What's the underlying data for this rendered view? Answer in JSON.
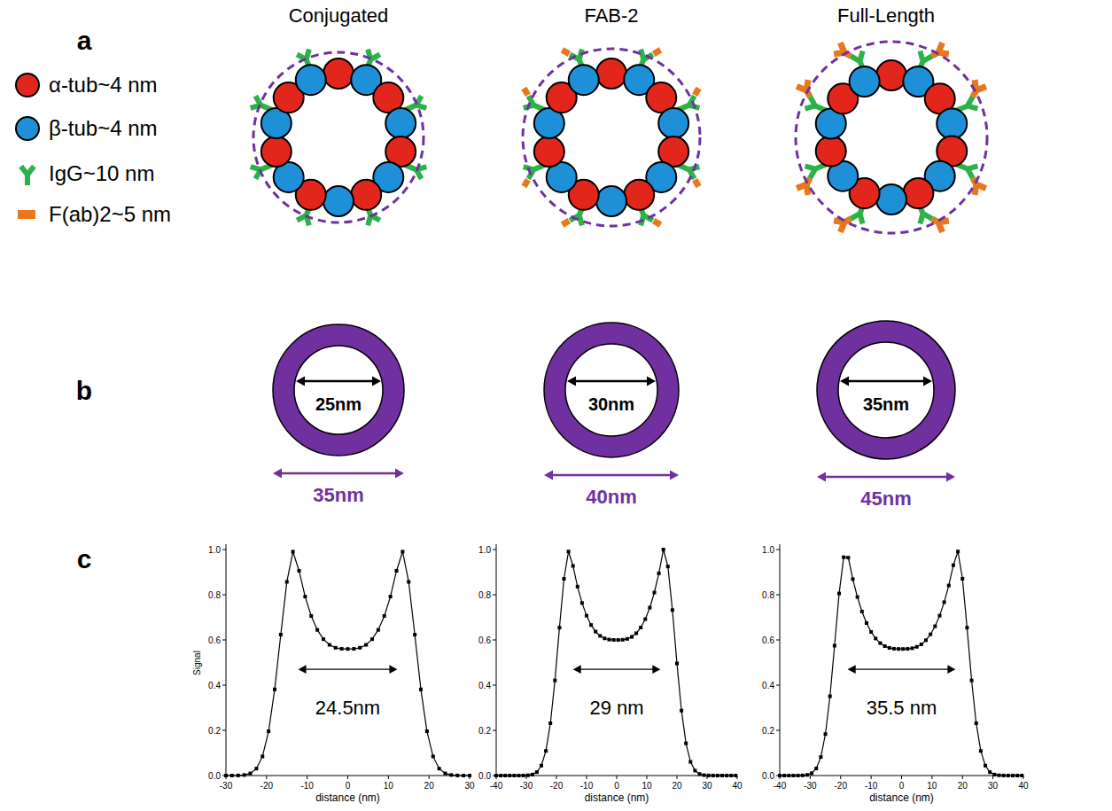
{
  "diagram": {
    "nodes": [
      {
        "text": [
          "25nm",
          "35nm"
        ]
      },
      {
        "text": [
          "30nm",
          "40nm"
        ]
      },
      {
        "text": [
          "35nm",
          "45nm"
        ]
      }
    ],
    "labels": [
      "a",
      "Conjugated",
      "FAB-2",
      "Full-Length",
      "b",
      "c",
      "Signal",
      "0.0",
      "0.2",
      "0.4",
      "0.6",
      "0.8",
      "1.0",
      "-30",
      "-20",
      "-10",
      "0",
      "10",
      "20",
      "30",
      "distance (nm)",
      "24.5nm",
      "0.0",
      "0.2",
      "0.4",
      "0.6",
      "0.8",
      "1.0",
      "-40",
      "-30",
      "-20",
      "-10",
      "0",
      "10",
      "20",
      "30",
      "40",
      "distance (nm)",
      "29 nm",
      "0.0",
      "0.2",
      "0.4",
      "0.6",
      "0.8",
      "1.0",
      "-40",
      "-30",
      "-20",
      "-10",
      "0",
      "10",
      "20",
      "30",
      "40",
      "distance (nm)",
      "35.5 nm"
    ],
    "legend": [
      {
        "text": "α-tub~4 nm",
        "color": "#e3261c"
      },
      {
        "text": "β-tub~4 nm",
        "color": "#1e90d8"
      },
      {
        "text": "IgG~10 nm"
      },
      {
        "text": "F(ab)2~5 nm",
        "color": "#e8781e"
      }
    ]
  }
}
